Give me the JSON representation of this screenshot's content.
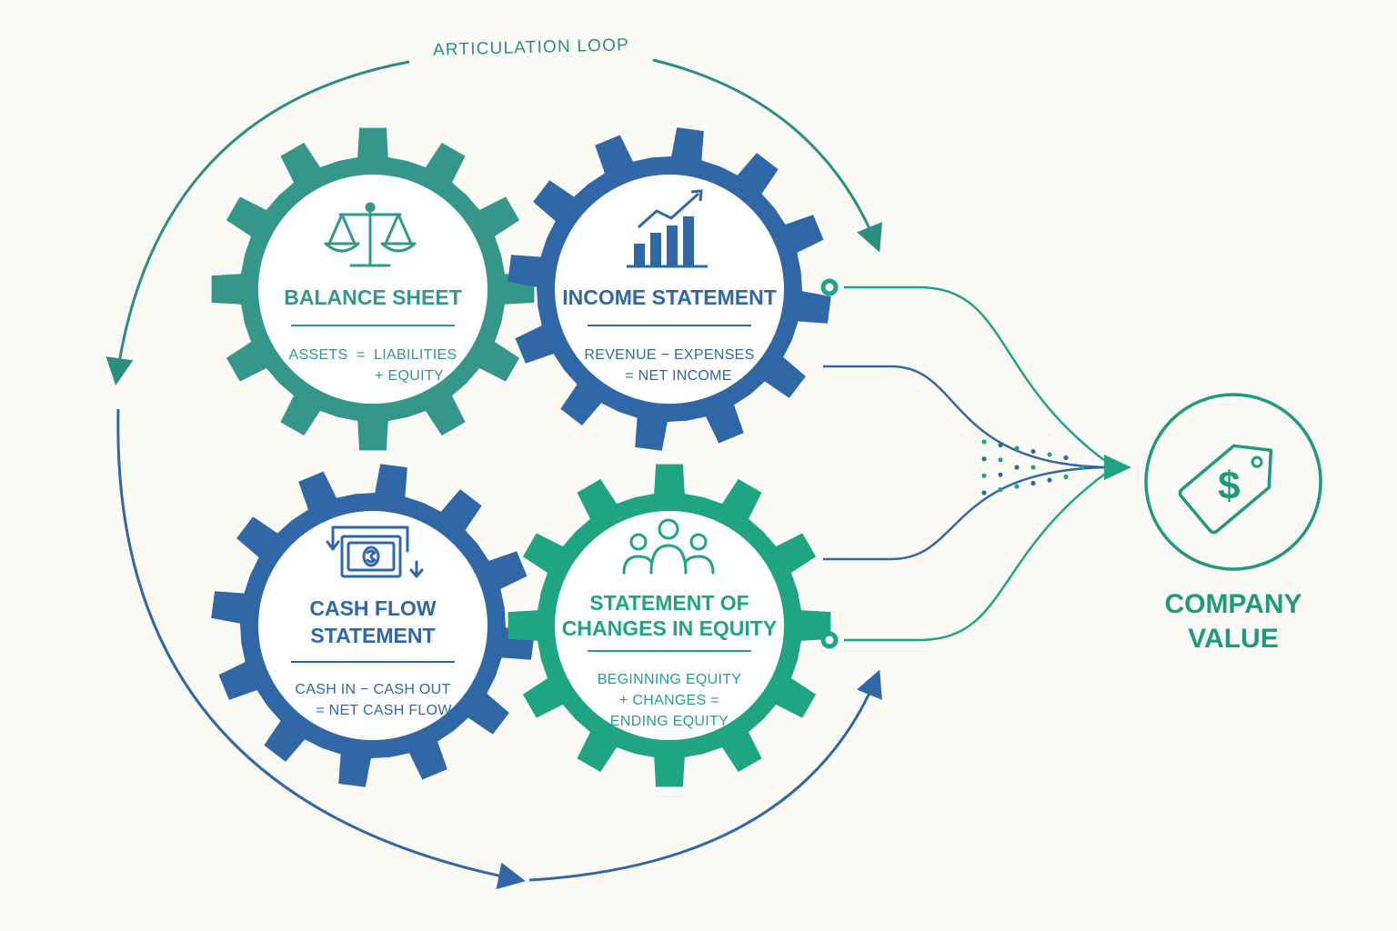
{
  "colors": {
    "teal": "#35978a",
    "blue": "#2f67a7",
    "green": "#1fa484",
    "dark_teal": "#1f9a7c",
    "loop_text": "#2b8f7f",
    "background": "#fbfaf5"
  },
  "loop": {
    "label": "ARTICULATION LOOP"
  },
  "gears": {
    "balance_sheet": {
      "icon": "balance-scale-icon",
      "color": "#35978a",
      "title": "BALANCE SHEET",
      "eq1": "ASSETS  =  LIABILITIES",
      "eq2": "+ EQUITY"
    },
    "income_statement": {
      "icon": "growth-chart-icon",
      "color": "#2f67a7",
      "title": "INCOME STATEMENT",
      "eq1": "REVENUE − EXPENSES",
      "eq2": "= NET INCOME"
    },
    "cash_flow": {
      "icon": "cash-cycle-icon",
      "color": "#2f67a7",
      "title_line1": "CASH FLOW",
      "title_line2": "STATEMENT",
      "eq1": "CASH IN − CASH OUT",
      "eq2": "= NET CASH FLOW"
    },
    "equity": {
      "icon": "people-group-icon",
      "color": "#1fa484",
      "title_line1": "STATEMENT OF",
      "title_line2": "CHANGES IN EQUITY",
      "eq1": "BEGINNING EQUITY",
      "eq2": "+ CHANGES =",
      "eq3": "ENDING EQUITY"
    }
  },
  "company_value": {
    "icon": "price-tag-dollar-icon",
    "line1": "COMPANY",
    "line2": "VALUE"
  }
}
